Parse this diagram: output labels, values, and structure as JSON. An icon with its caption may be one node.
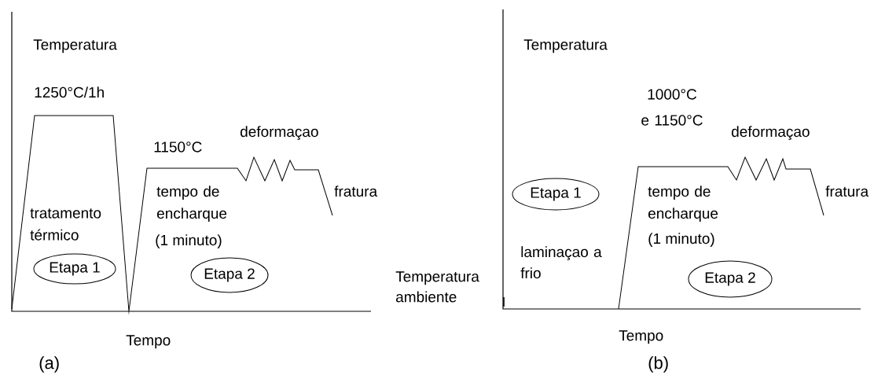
{
  "diagram": {
    "nodes": [
      {
        "text": [
          "Etapa 1"
        ]
      },
      {
        "text": [
          "Etapa 2"
        ]
      },
      {
        "text": [
          "Etapa 1"
        ]
      },
      {
        "text": [
          "Etapa 2"
        ]
      }
    ],
    "labels": [
      "Temperatura",
      "1250°C/1h",
      "deformaçao",
      "1150°C",
      "tempo de encharque",
      "fratura",
      "tratamento térmico",
      "(1 minuto)",
      "Tempo",
      "(a)",
      "Temperatura",
      "1000°C e 1150°C",
      "deformaçao",
      "tempo de encharque",
      "fratura",
      "(1 minuto)",
      "laminaçao a frio",
      "Temperatura ambiente",
      "Tempo",
      "(b)"
    ]
  }
}
